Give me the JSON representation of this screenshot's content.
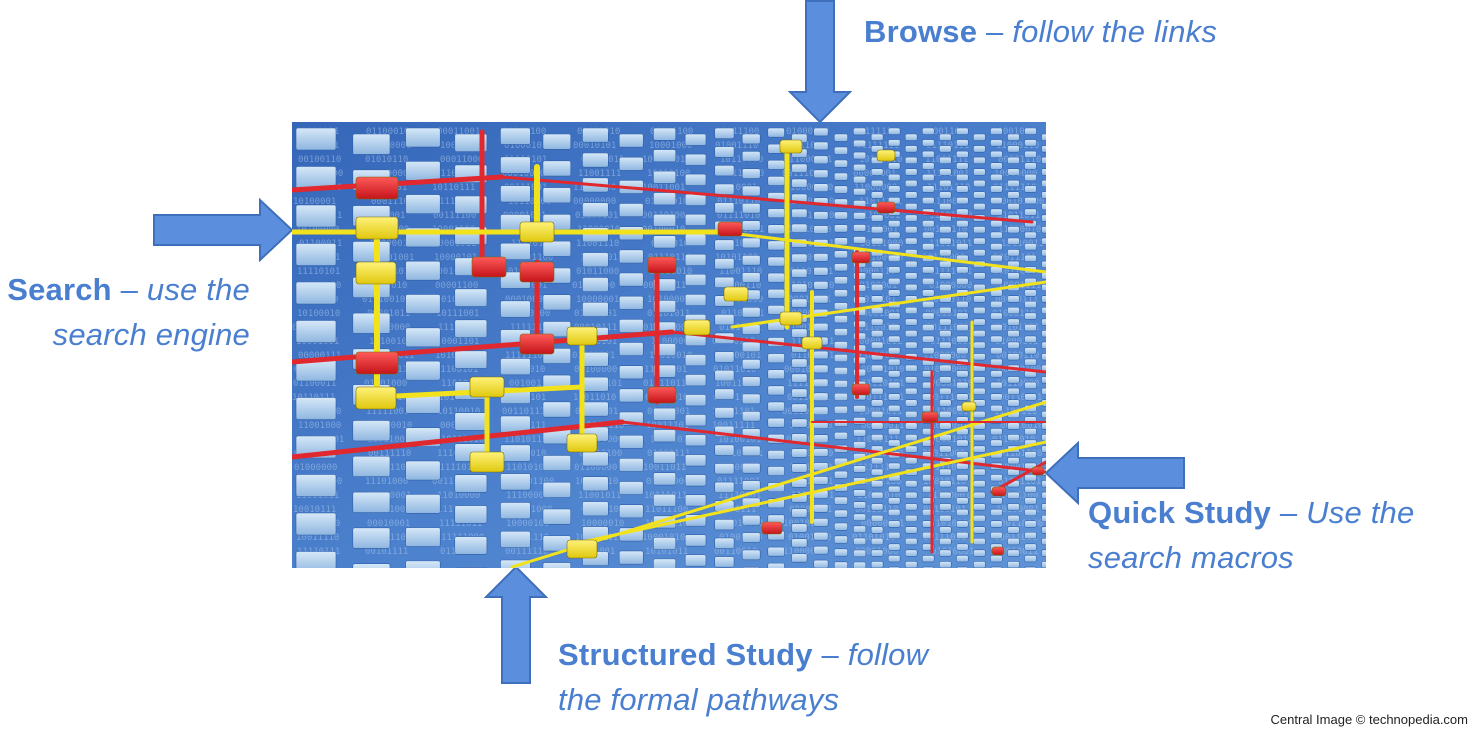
{
  "colors": {
    "accent": "#4a7fd0",
    "arrow_fill": "#5b8fde",
    "arrow_stroke": "#3f6fba",
    "board_blue": "#3f74c4",
    "link_red": "#e0282e",
    "link_yellow": "#f2e21c",
    "folder_light": "#b7d3ef"
  },
  "labels": {
    "browse": {
      "strong": "Browse",
      "sep": " – ",
      "desc": "follow the links"
    },
    "search": {
      "strong": "Search",
      "sep": " – ",
      "desc": "use the search engine"
    },
    "quick": {
      "strong": "Quick Study",
      "sep": " – ",
      "desc": "Use the search macros"
    },
    "structured": {
      "strong": "Structured Study",
      "sep": " – ",
      "desc": "follow the formal pathways"
    }
  },
  "credit": "Central Image  © technopedia.com",
  "image": {
    "icon": "network-folders-image"
  },
  "arrows": [
    "arrow-down-icon",
    "arrow-right-icon",
    "arrow-left-icon",
    "arrow-up-icon"
  ]
}
